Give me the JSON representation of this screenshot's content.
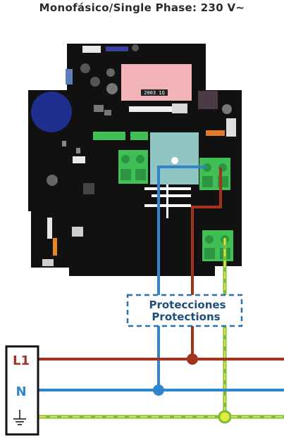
{
  "title": "Monofásico/Single Phase: 230 V~",
  "protections": {
    "line1": "Protecciones",
    "line2": "Protections"
  },
  "terminals": {
    "l1": "L1",
    "n": "N"
  },
  "board_label": "2003 1Q",
  "colors": {
    "live": "#a3321f",
    "neutral": "#2f86cc",
    "earth_green": "#7dbb3a",
    "earth_yellow": "#e4ea3c",
    "board": "#111111",
    "protection_box": "#2872b0"
  }
}
